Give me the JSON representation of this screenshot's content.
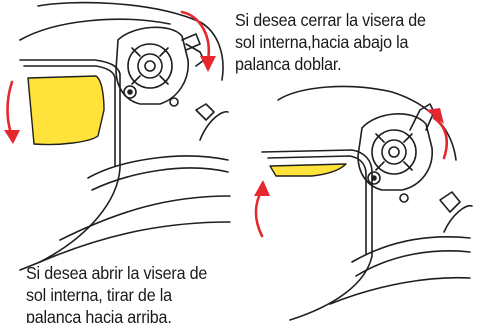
{
  "instructions": {
    "close_visor": {
      "lines": [
        "Si desea cerrar la visera de",
        "sol interna,hacia abajo la",
        "palanca doblar."
      ]
    },
    "open_visor": {
      "lines": [
        "Si desea abrir la visera de",
        "sol interna, tirar de la",
        "palanca hacia arriba."
      ]
    }
  },
  "colors": {
    "arrow": "#e5282e",
    "visor": "#ffe23a",
    "outline": "#1f1f1f",
    "background": "#ffffff"
  },
  "figures": {
    "close_diagram": {
      "arrows": [
        "arrow-down-front",
        "arrow-down-lever"
      ]
    },
    "open_diagram": {
      "arrows": [
        "arrow-up-front",
        "arrow-up-lever"
      ]
    }
  }
}
